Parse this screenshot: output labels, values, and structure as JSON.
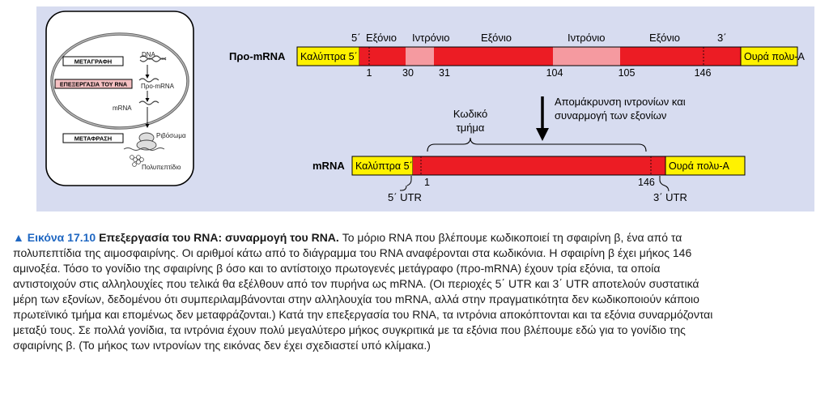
{
  "figure": {
    "inset": {
      "transcription": "ΜΕΤΑΓΡΑΦΗ",
      "dna": "DNA",
      "processing": "ΕΠΕΞΕΡΓΑΣΙΑ ΤΟΥ RNA",
      "pre_mrna": "Προ-mRNA",
      "mrna": "mRNA",
      "translation": "ΜΕΤΑΦΡΑΣΗ",
      "ribosome": "Ριβόσωμα",
      "polypeptide": "Πολυπεπτίδιο"
    },
    "pre_mrna": {
      "label": "Προ-mRNA",
      "cap": "Καλύπτρα 5΄",
      "tail": "Ουρά πολυ-Α",
      "five_prime": "5΄",
      "three_prime": "3΄",
      "segments": [
        "Εξόνιο",
        "Ιντρόνιο",
        "Εξόνιο",
        "Ιντρόνιο",
        "Εξόνιο"
      ],
      "numbers": [
        "1",
        "30",
        "31",
        "104",
        "105",
        "146"
      ]
    },
    "process": {
      "line1": "Απομάκρυνση ιντρονίων και",
      "line2": "συναρμογή των εξονίων"
    },
    "coding": {
      "line1": "Κωδικό",
      "line2": "τμήμα"
    },
    "mrna": {
      "label": "mRNA",
      "cap": "Καλύπτρα 5΄",
      "tail": "Ουρά πολυ-Α",
      "start": "1",
      "end": "146",
      "utr5": "5΄ UTR",
      "utr3": "3΄ UTR"
    },
    "colors": {
      "background": "#d7dcf0",
      "exon": "#ec1c24",
      "intron": "#f59aa0",
      "cap_tail": "#fff200",
      "caption_accent": "#1f67c2"
    }
  },
  "caption": {
    "marker": "▲",
    "figure_no": "Εικόνα 17.10",
    "title": "Επεξεργασία του RNA: συναρμογή του RNA.",
    "text": "Το μόριο RNA που βλέπουμε κωδικοποιεί τη σφαιρίνη β, ένα από τα πολυπεπτίδια της αιμοσφαιρίνης. Οι αριθμοί κάτω από το διάγραμμα του RNA αναφέρονται στα κωδικόνια. Η σφαιρίνη β έχει μήκος 146 αμινοξέα. Τόσο το γονίδιο της σφαιρίνης β όσο και το αντίστοιχο πρωτογενές μετάγραφο (προ-mRNA) έχουν τρία εξόνια, τα οποία αντιστοιχούν στις αλληλουχίες που τελικά θα εξέλθουν από τον πυρήνα ως mRNA. (Οι περιοχές 5΄ UTR και 3΄ UTR αποτελούν συστατικά μέρη των εξονίων, δεδομένου ότι συμπεριλαμβάνονται στην αλληλουχία του mRNA, αλλά στην πραγματικότητα δεν κωδικοποιούν κάποιο πρωτεϊνικό τμήμα και επομένως δεν μεταφράζονται.) Κατά την επεξεργασία του RNA, τα ιντρόνια αποκόπτονται και τα εξόνια συναρμόζονται μεταξύ τους. Σε πολλά γονίδια, τα ιντρόνια έχουν πολύ μεγαλύτερο μήκος συγκριτικά με τα εξόνια που βλέπουμε εδώ για το γονίδιο της σφαιρίνης β. (Το μήκος των ιντρονίων της εικόνας δεν έχει σχεδιαστεί υπό κλίμακα.)"
  }
}
